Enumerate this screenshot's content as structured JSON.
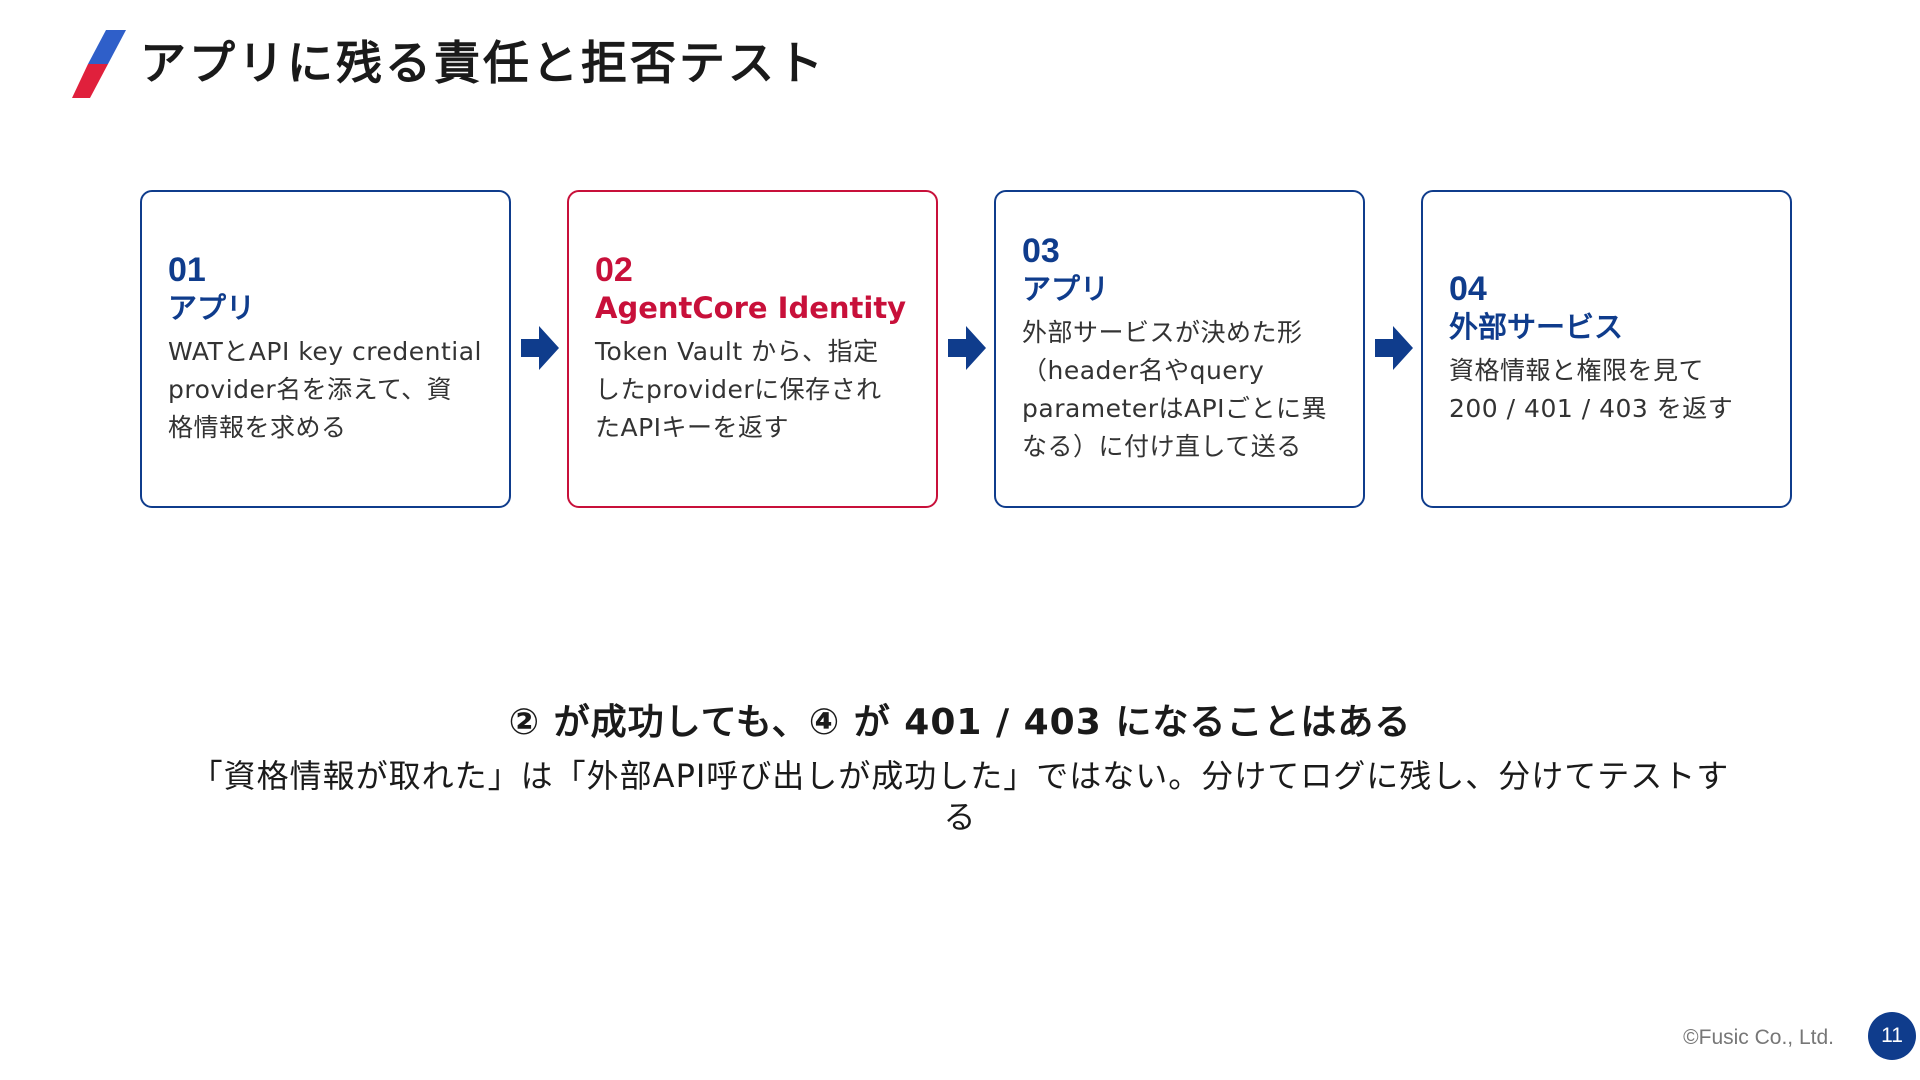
{
  "header": {
    "title": "アプリに残る責任と拒否テスト",
    "accent_colors": [
      "#2f5fc9",
      "#e0203c"
    ]
  },
  "steps": [
    {
      "number": "01",
      "title": "アプリ",
      "desc_lines": [
        "WATとAPI key credential",
        "provider名を添えて、資",
        "格情報を求める"
      ],
      "highlight": false
    },
    {
      "number": "02",
      "title": "AgentCore Identity",
      "desc_lines": [
        "Token Vault から、指定",
        "したproviderに保存され",
        "たAPIキーを返す"
      ],
      "highlight": true
    },
    {
      "number": "03",
      "title": "アプリ",
      "desc_lines": [
        "外部サービスが決めた形",
        "（header名やquery",
        "parameterはAPIごとに異",
        "なる）に付け直して送る"
      ],
      "highlight": false
    },
    {
      "number": "04",
      "title": "外部サービス",
      "desc_lines": [
        "資格情報と権限を見て",
        "200 / 401 / 403 を返す"
      ],
      "highlight": false
    }
  ],
  "colors": {
    "primary": "#0f3c8c",
    "highlight": "#c8103a",
    "arrow": "#0f3c8c"
  },
  "message": {
    "key": "② が成功しても、④ が 401 / 403 になることはある",
    "sub": "「資格情報が取れた」は「外部API呼び出しが成功した」ではない。分けてログに残し、分けてテストする"
  },
  "footer": {
    "copyright": "©Fusic Co., Ltd.",
    "page_number": "11"
  }
}
